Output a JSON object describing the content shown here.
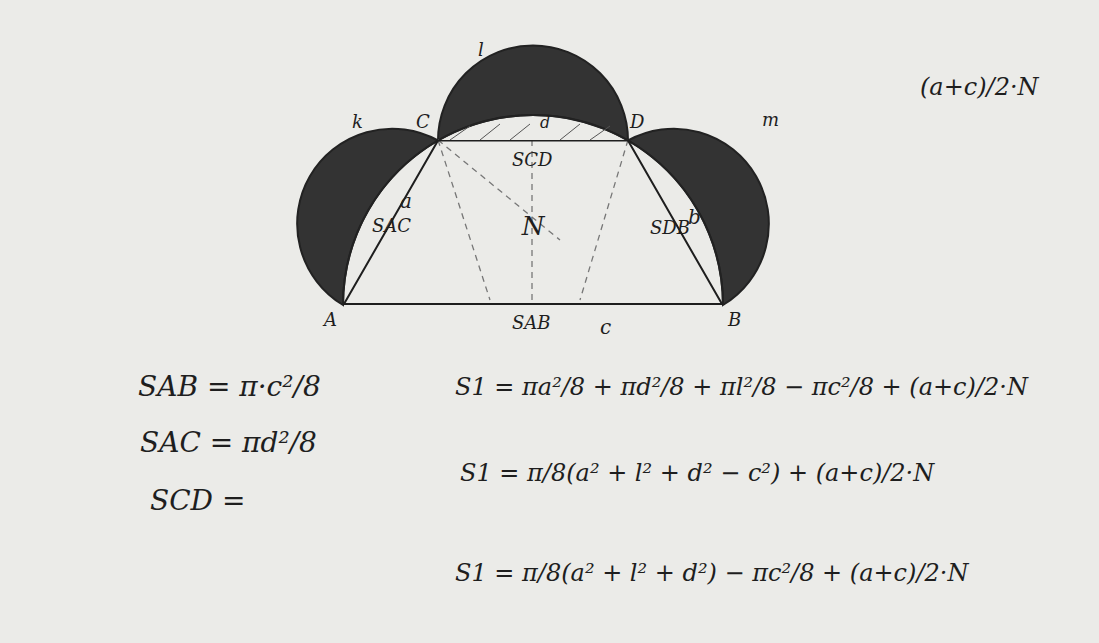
{
  "diagram": {
    "nodes": [
      {
        "text": [
          "N"
        ]
      }
    ],
    "labels": [
      "k",
      "l",
      "m",
      "C",
      "D",
      "A",
      "B",
      "a",
      "d",
      "b",
      "c",
      "SAC",
      "SCD",
      "SDB",
      "SAB",
      "(a+c)/2·N",
      "SAB = π·c²/8",
      "SAC = πd²/8",
      "SCD =",
      "S1 = πa²/8 + πd²/8 + πl²/8 − πc²/8 + (a+c)/2·N",
      "S1 = π/8(a² + l² + d² − c²) + (a+c)/2·N",
      "S1 = π/8(a² + l² + d²) − πc²/8 + (a+c)/2·N"
    ]
  }
}
